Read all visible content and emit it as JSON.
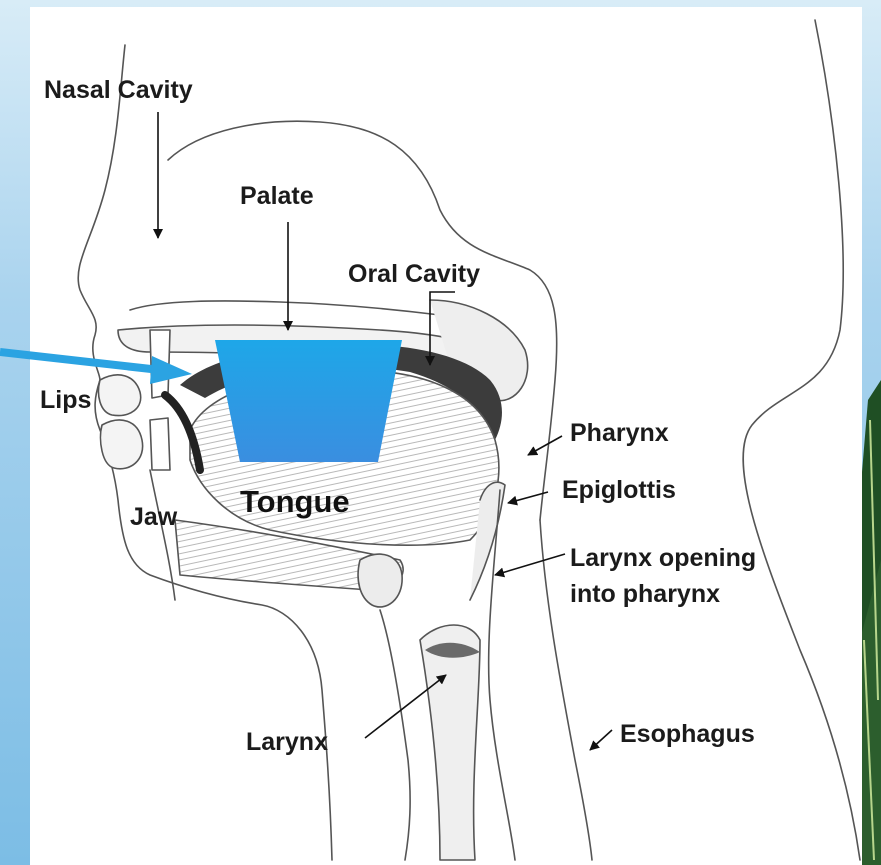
{
  "labels": {
    "nasal_cavity": "Nasal Cavity",
    "palate": "Palate",
    "oral_cavity": "Oral Cavity",
    "lips": "Lips",
    "jaw": "Jaw",
    "tongue": "Tongue",
    "pharynx": "Pharynx",
    "epiglottis": "Epiglottis",
    "larynx_opening_line1": "Larynx opening",
    "larynx_opening_line2": "into pharynx",
    "larynx": "Larynx",
    "esophagus": "Esophagus"
  },
  "colors": {
    "background_light": "#d8ecf7",
    "background_blue": "#7cbde5",
    "highlight_top": "#1ea7e8",
    "highlight_bottom": "#3a8ee0",
    "pointer_arrow": "#2ba3e2",
    "leaf_green": "#1f4f24"
  }
}
